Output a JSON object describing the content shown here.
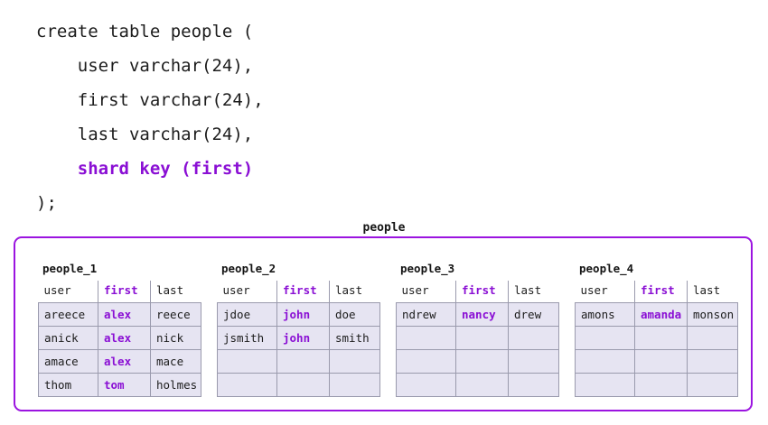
{
  "colors": {
    "accent_purple": "#8a0fd4",
    "container_border": "#9b14e0",
    "cell_fill": "#e6e4f2",
    "cell_border": "#9a9aad",
    "text": "#1c1c1c",
    "background": "#ffffff"
  },
  "sql": {
    "lines": [
      {
        "text": "create table people (",
        "highlight": false
      },
      {
        "text": "    user varchar(24),",
        "highlight": false
      },
      {
        "text": "    first varchar(24),",
        "highlight": false
      },
      {
        "text": "    last varchar(24),",
        "highlight": false
      },
      {
        "text": "    shard key (first)",
        "highlight": true
      },
      {
        "text": ");",
        "highlight": false
      }
    ]
  },
  "diagram": {
    "title": "people",
    "columns": [
      "user",
      "first",
      "last"
    ],
    "key_column": "first",
    "rows_per_shard": 4,
    "shards": [
      {
        "name": "people_1",
        "rows": [
          {
            "user": "areece",
            "first": "alex",
            "last": "reece"
          },
          {
            "user": "anick",
            "first": "alex",
            "last": "nick"
          },
          {
            "user": "amace",
            "first": "alex",
            "last": "mace"
          },
          {
            "user": "thom",
            "first": "tom",
            "last": "holmes"
          }
        ]
      },
      {
        "name": "people_2",
        "rows": [
          {
            "user": "jdoe",
            "first": "john",
            "last": "doe"
          },
          {
            "user": "jsmith",
            "first": "john",
            "last": "smith"
          },
          {
            "user": "",
            "first": "",
            "last": ""
          },
          {
            "user": "",
            "first": "",
            "last": ""
          }
        ]
      },
      {
        "name": "people_3",
        "rows": [
          {
            "user": "ndrew",
            "first": "nancy",
            "last": "drew"
          },
          {
            "user": "",
            "first": "",
            "last": ""
          },
          {
            "user": "",
            "first": "",
            "last": ""
          },
          {
            "user": "",
            "first": "",
            "last": ""
          }
        ]
      },
      {
        "name": "people_4",
        "rows": [
          {
            "user": "amons",
            "first": "amanda",
            "last": "monson"
          },
          {
            "user": "",
            "first": "",
            "last": ""
          },
          {
            "user": "",
            "first": "",
            "last": ""
          },
          {
            "user": "",
            "first": "",
            "last": ""
          }
        ]
      }
    ]
  }
}
